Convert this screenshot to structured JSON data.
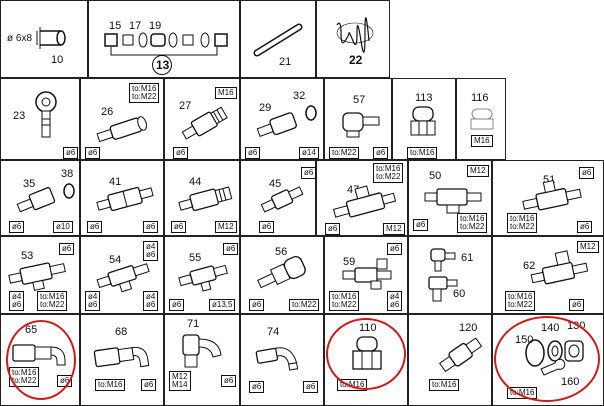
{
  "cells": {
    "r1c1": {
      "dim_label": "ø 6x8",
      "part": "10"
    },
    "r1c2": {
      "parts": [
        "15",
        "17",
        "19"
      ],
      "group": "13"
    },
    "r1c3": {
      "part": "21"
    },
    "r1c4": {
      "part": "22"
    },
    "c23": {
      "part": "23",
      "tags": [
        "ø6"
      ]
    },
    "c26": {
      "part": "26",
      "tags": [
        "ø6",
        "to:M16|to:M22"
      ]
    },
    "c27": {
      "part": "27",
      "tags": [
        "M16",
        "ø6"
      ]
    },
    "c29": {
      "parts": [
        "29",
        "32"
      ],
      "tags": [
        "ø6",
        "ø14"
      ]
    },
    "c57": {
      "part": "57",
      "tags": [
        "to:M22",
        "ø6"
      ]
    },
    "c113": {
      "part": "113",
      "tags": [
        "to:M16"
      ]
    },
    "c116": {
      "part": "116",
      "tags": [
        "M16"
      ]
    },
    "c35": {
      "parts": [
        "35",
        "38"
      ],
      "tags": [
        "ø6",
        "ø10"
      ]
    },
    "c41": {
      "part": "41",
      "tags": [
        "ø6",
        "ø6"
      ]
    },
    "c44": {
      "part": "44",
      "tags": [
        "ø6",
        "M12"
      ]
    },
    "c45": {
      "part": "45",
      "tags": [
        "ø6",
        "ø6"
      ]
    },
    "c47": {
      "part": "47",
      "tags": [
        "to:M16|to:M22",
        "ø6",
        "M12"
      ]
    },
    "c50": {
      "part": "50",
      "tags": [
        "M12",
        "ø6",
        "to:M16|to:M22"
      ]
    },
    "c51": {
      "part": "51",
      "tags": [
        "ø6",
        "to:M16|to:M22",
        "ø6"
      ]
    },
    "c53": {
      "part": "53",
      "tags": [
        "ø6",
        "ø4|ø6",
        "to:M16|to:M22"
      ]
    },
    "c54": {
      "part": "54",
      "tags": [
        "ø4|ø6",
        "ø4|ø6",
        "ø4|ø6"
      ]
    },
    "c55": {
      "part": "55",
      "tags": [
        "ø6",
        "ø6",
        "ø13,5"
      ]
    },
    "c56": {
      "part": "56",
      "tags": [
        "ø6",
        "to:M22"
      ]
    },
    "c59": {
      "part": "59",
      "tags": [
        "ø6",
        "to:M16|to:M22",
        "ø4|ø6"
      ]
    },
    "c6160": {
      "parts": [
        "61",
        "60"
      ]
    },
    "c62": {
      "part": "62",
      "tags": [
        "M12",
        "to:M16|to:M22",
        "ø6"
      ]
    },
    "c65": {
      "part": "65",
      "tags": [
        "to:M16|to:M22",
        "ø6"
      ]
    },
    "c68": {
      "part": "68",
      "tags": [
        "to:M16",
        "ø6"
      ]
    },
    "c71": {
      "part": "71",
      "tags": [
        "M12|M14",
        "ø6"
      ]
    },
    "c74": {
      "part": "74",
      "tags": [
        "ø6",
        "ø6"
      ]
    },
    "c110": {
      "part": "110",
      "tags": [
        "to:M16"
      ]
    },
    "c120": {
      "part": "120",
      "tags": [
        "to:M16"
      ]
    },
    "c150": {
      "parts": [
        "150",
        "140",
        "130",
        "160"
      ],
      "tags": [
        "to:M16"
      ]
    }
  },
  "colors": {
    "highlight": "#d01a1a",
    "line": "#111111"
  }
}
